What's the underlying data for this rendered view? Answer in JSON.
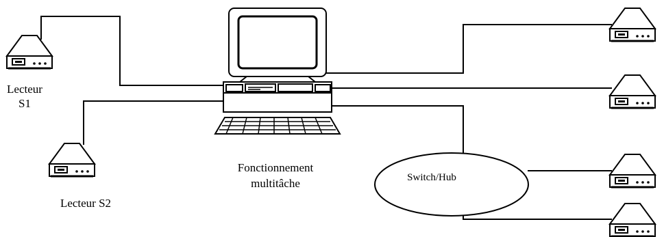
{
  "labels": {
    "reader_s1_line1": "Lecteur",
    "reader_s1_line2": "S1",
    "reader_s2": "Lecteur S2",
    "workstation_line1": "Fonctionnement",
    "workstation_line2": "multitâche",
    "switch": "Switch/Hub"
  },
  "colors": {
    "stroke": "#000000",
    "background": "#ffffff"
  }
}
